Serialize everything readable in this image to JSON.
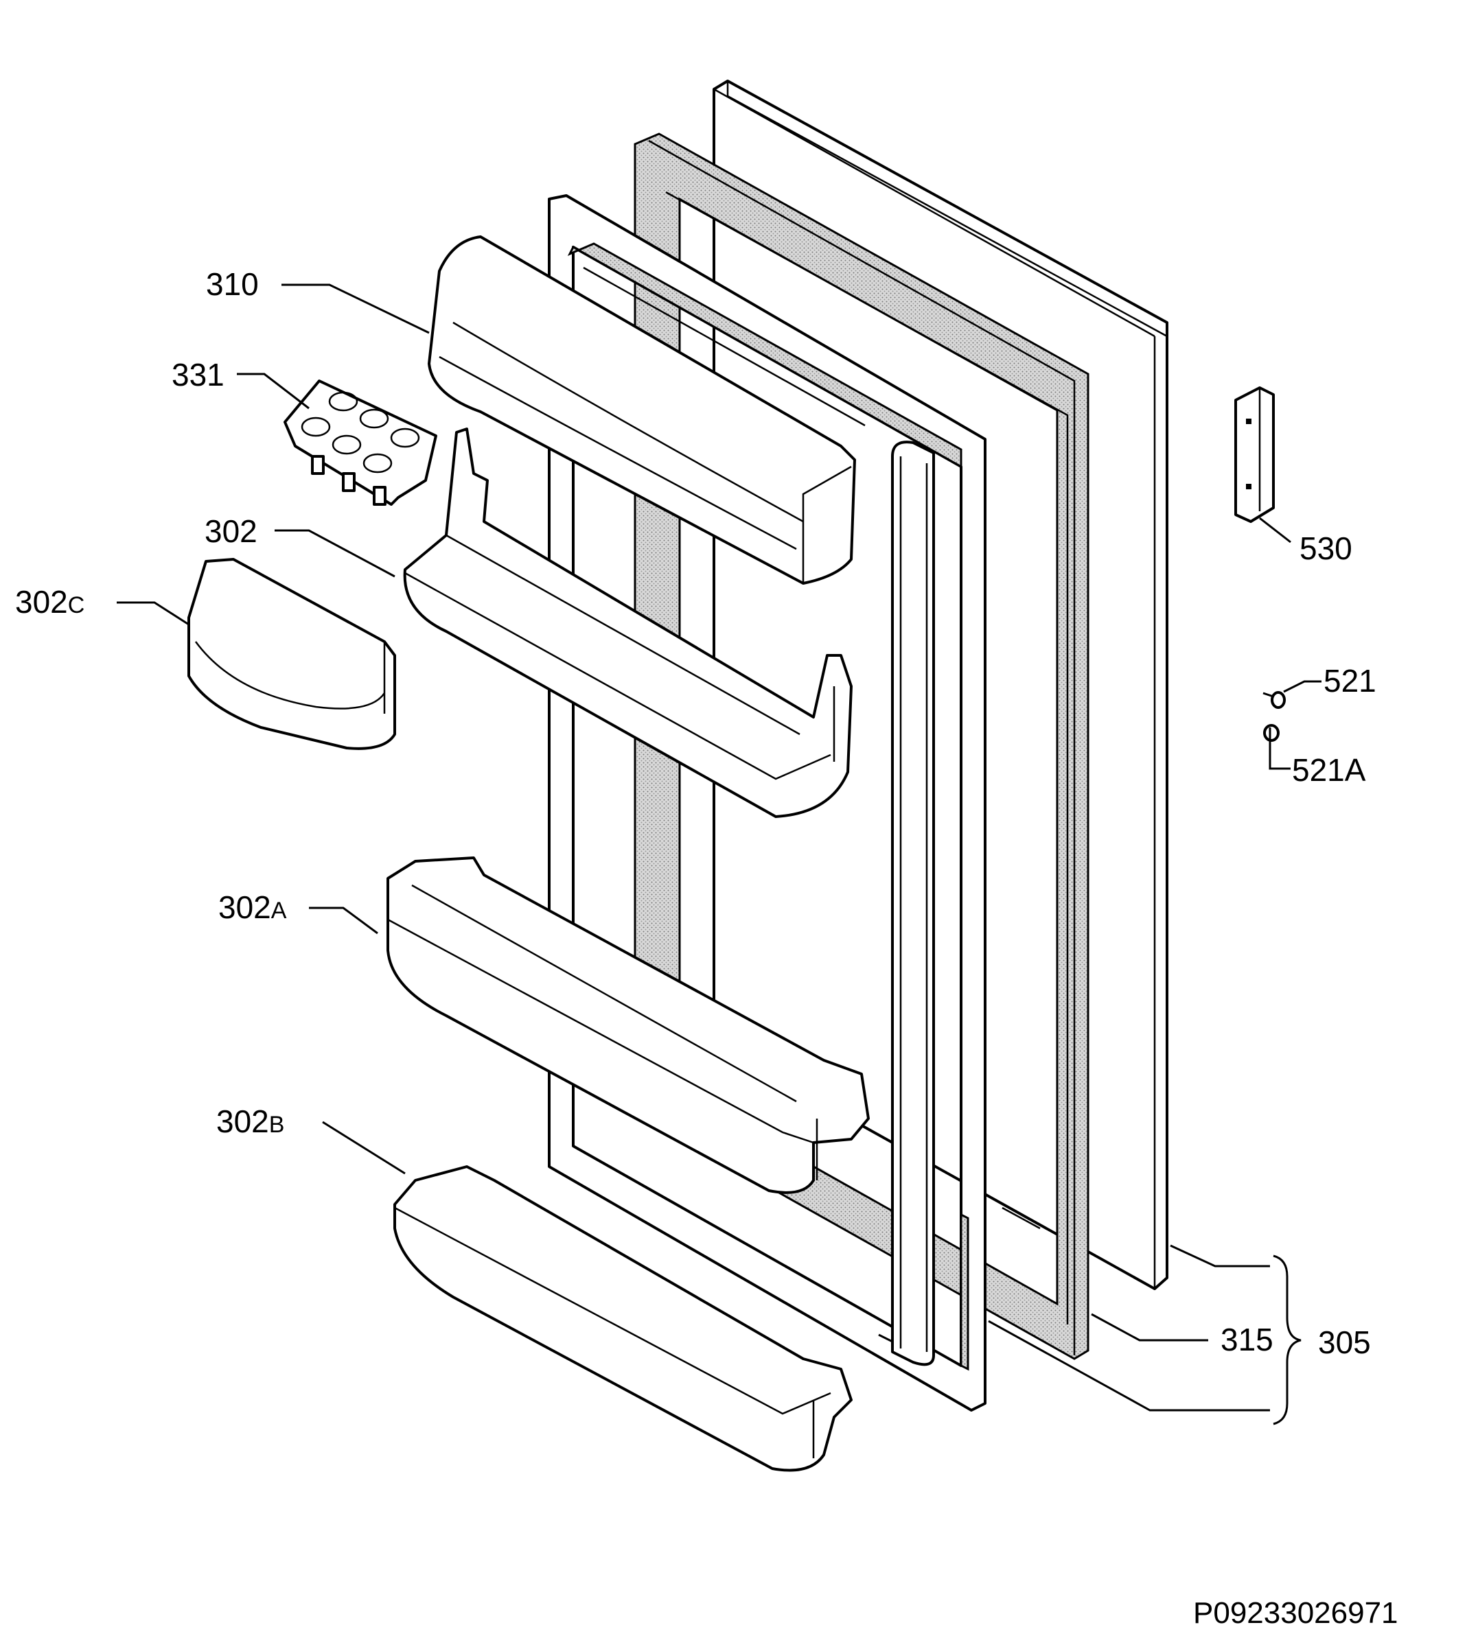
{
  "labels": {
    "p310": "310",
    "p331": "331",
    "p302": "302",
    "p302c_num": "302",
    "p302c_suffix": "C",
    "p302a_num": "302",
    "p302a_suffix": "A",
    "p302b_num": "302",
    "p302b_suffix": "B",
    "p530": "530",
    "p521": "521",
    "p521a": "521A",
    "p315": "315",
    "p305": "305"
  },
  "drawing_code": "P09233026971",
  "colors": {
    "line": "#000000",
    "background": "#ffffff",
    "gasket_fill": "#bdbdbd"
  }
}
